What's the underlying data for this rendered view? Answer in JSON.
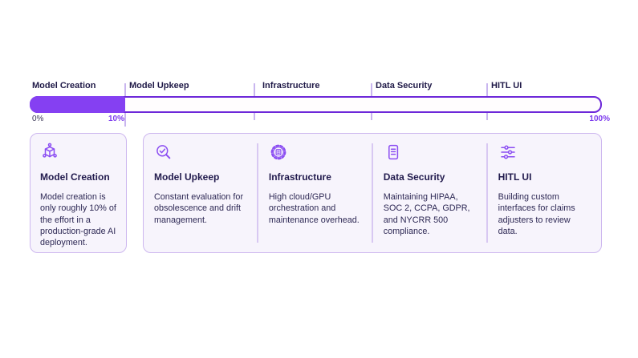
{
  "progress_bar": {
    "segments": [
      {
        "label": "Model Creation"
      },
      {
        "label": "Model Upkeep"
      },
      {
        "label": "Infrastructure"
      },
      {
        "label": "Data Security"
      },
      {
        "label": "HITL UI"
      }
    ],
    "min_label": "0%",
    "fill_label": "10%",
    "max_label": "100%",
    "fill_percent": 10
  },
  "cards": [
    {
      "icon": "cube-3d-icon",
      "title": "Model Creation",
      "description": "Model creation is only roughly 10% of the effort in a production-grade AI deployment."
    },
    {
      "icon": "magnifier-check-icon",
      "title": "Model Upkeep",
      "description": "Constant evaluation for obsolescence and drift management."
    },
    {
      "icon": "gear-chip-icon",
      "title": "Infrastructure",
      "description": "High cloud/GPU orchestration and maintenance overhead."
    },
    {
      "icon": "document-icon",
      "title": "Data Security",
      "description": "Maintaining HIPAA, SOC 2, CCPA, GDPR, and NYCRR 500 compliance."
    },
    {
      "icon": "sliders-icon",
      "title": "HITL UI",
      "description": "Building custom interfaces for claims adjusters to review data."
    }
  ],
  "colors": {
    "fill": "#8540f2",
    "bar_border": "#6d28d9",
    "accent_text": "#7c3aed",
    "tick": "#c9b6ef",
    "card_bg": "#f7f4fc",
    "card_border": "#cdb7ef",
    "title_text": "#211a4d",
    "body_text": "#2d2854"
  }
}
